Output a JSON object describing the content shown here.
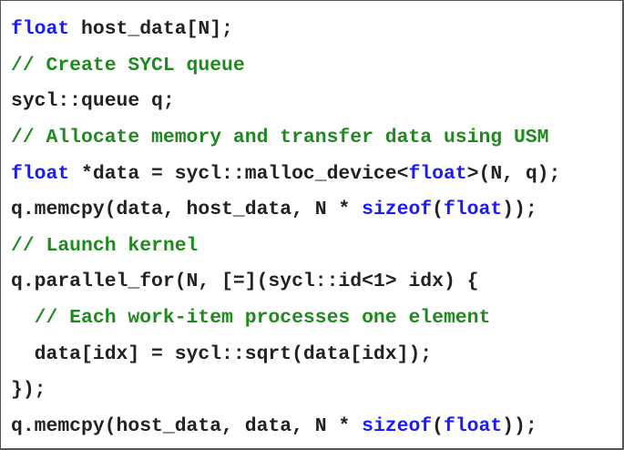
{
  "colors": {
    "keyword": "#1a1aff",
    "comment": "#1e8a1e",
    "plain": "#222222",
    "border": "#555555",
    "background": "#ffffff"
  },
  "code": {
    "language": "SYCL C++",
    "lines": [
      [
        {
          "type": "kw",
          "text": "float"
        },
        {
          "type": "plain",
          "text": " host_data[N];"
        }
      ],
      [
        {
          "type": "comment",
          "text": "// Create SYCL queue"
        }
      ],
      [
        {
          "type": "plain",
          "text": "sycl::queue q;"
        }
      ],
      [
        {
          "type": "comment",
          "text": "// Allocate memory and transfer data using USM"
        }
      ],
      [
        {
          "type": "kw",
          "text": "float"
        },
        {
          "type": "plain",
          "text": " *data = sycl::malloc_device<"
        },
        {
          "type": "kw",
          "text": "float"
        },
        {
          "type": "plain",
          "text": ">(N, q);"
        }
      ],
      [
        {
          "type": "plain",
          "text": "q.memcpy(data, host_data, N * "
        },
        {
          "type": "kw",
          "text": "sizeof"
        },
        {
          "type": "plain",
          "text": "("
        },
        {
          "type": "kw",
          "text": "float"
        },
        {
          "type": "plain",
          "text": "));"
        }
      ],
      [
        {
          "type": "comment",
          "text": "// Launch kernel"
        }
      ],
      [
        {
          "type": "plain",
          "text": "q.parallel_for(N, [=](sycl::id<1> idx) {"
        }
      ],
      [
        {
          "type": "comment",
          "text": "  // Each work-item processes one element"
        }
      ],
      [
        {
          "type": "plain",
          "text": "  data[idx] = sycl::sqrt(data[idx]);"
        }
      ],
      [
        {
          "type": "plain",
          "text": "});"
        }
      ],
      [
        {
          "type": "plain",
          "text": "q.memcpy(host_data, data, N * "
        },
        {
          "type": "kw",
          "text": "sizeof"
        },
        {
          "type": "plain",
          "text": "("
        },
        {
          "type": "kw",
          "text": "float"
        },
        {
          "type": "plain",
          "text": "));"
        }
      ]
    ]
  }
}
